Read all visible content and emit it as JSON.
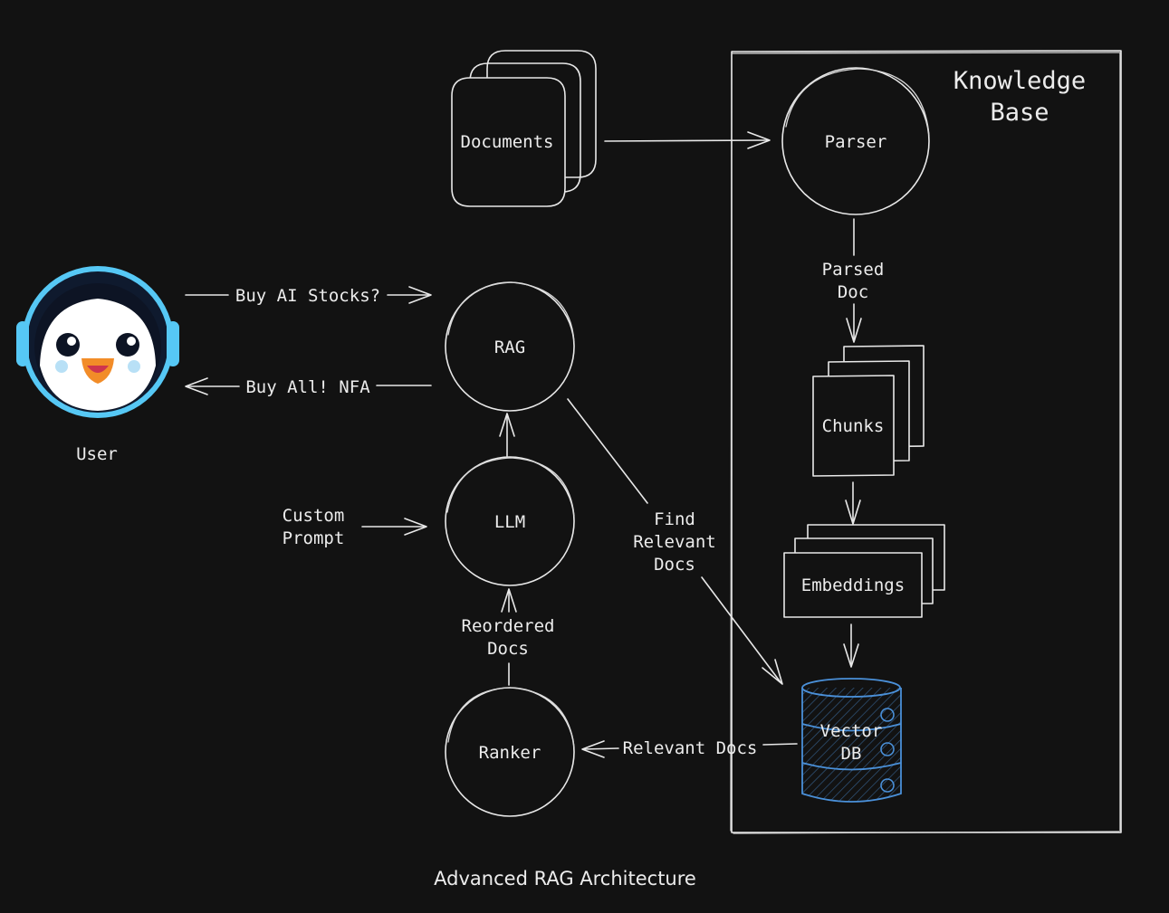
{
  "title": "Advanced RAG Architecture",
  "colors": {
    "background": "#121212",
    "stroke": "#e8e8e8",
    "vector_db": "#4a90d9",
    "avatar_ring": "#56c8f5"
  },
  "knowledge_base": {
    "label_line1": "Knowledge",
    "label_line2": "Base"
  },
  "nodes": {
    "documents": "Documents",
    "parser": "Parser",
    "chunks": "Chunks",
    "embeddings": "Embeddings",
    "vector_db_line1": "Vector",
    "vector_db_line2": "DB",
    "rag": "RAG",
    "llm": "LLM",
    "ranker": "Ranker",
    "user": "User"
  },
  "edges": {
    "parsed_doc_line1": "Parsed",
    "parsed_doc_line2": "Doc",
    "query": "Buy AI Stocks?",
    "answer": "Buy All! NFA",
    "custom_prompt_line1": "Custom",
    "custom_prompt_line2": "Prompt",
    "find_docs_line1": "Find",
    "find_docs_line2": "Relevant",
    "find_docs_line3": "Docs",
    "reordered_line1": "Reordered",
    "reordered_line2": "Docs",
    "relevant_docs": "Relevant Docs"
  },
  "icons": {
    "user_avatar": "penguin-with-headphones-icon",
    "vector_db": "database-cylinder-icon"
  }
}
